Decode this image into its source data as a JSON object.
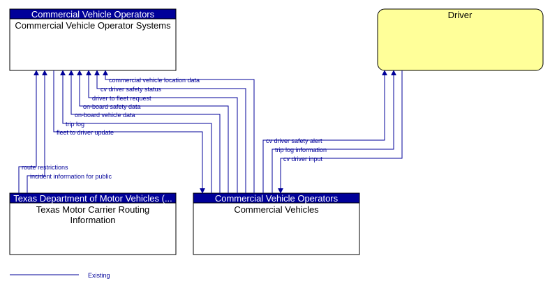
{
  "nodes": {
    "cvo_systems": {
      "header": "Commercial Vehicle Operators",
      "title": "Commercial Vehicle Operator Systems"
    },
    "driver": {
      "title": "Driver"
    },
    "txdmv": {
      "header": "Texas Department of Motor Vehicles (...",
      "title_line1": "Texas Motor Carrier Routing",
      "title_line2": "Information"
    },
    "commercial_vehicles": {
      "header": "Commercial Vehicle Operators",
      "title": "Commercial Vehicles"
    }
  },
  "flows": [
    {
      "label": "commercial vehicle location data",
      "from": "Commercial Vehicles",
      "to": "Commercial Vehicle Operator Systems"
    },
    {
      "label": "cv driver safety status",
      "from": "Commercial Vehicles",
      "to": "Commercial Vehicle Operator Systems"
    },
    {
      "label": "driver to fleet request",
      "from": "Commercial Vehicles",
      "to": "Commercial Vehicle Operator Systems"
    },
    {
      "label": "on-board safety data",
      "from": "Commercial Vehicles",
      "to": "Commercial Vehicle Operator Systems"
    },
    {
      "label": "on-board vehicle data",
      "from": "Commercial Vehicles",
      "to": "Commercial Vehicle Operator Systems"
    },
    {
      "label": "trip log",
      "from": "Commercial Vehicles",
      "to": "Commercial Vehicle Operator Systems"
    },
    {
      "label": "fleet to driver update",
      "from": "Commercial Vehicle Operator Systems",
      "to": "Commercial Vehicles"
    },
    {
      "label": "route restrictions",
      "from": "Texas Motor Carrier Routing Information",
      "to": "Commercial Vehicle Operator Systems"
    },
    {
      "label": "incident information for public",
      "from": "Texas Motor Carrier Routing Information",
      "to": "Commercial Vehicle Operator Systems"
    },
    {
      "label": "cv driver safety alert",
      "from": "Commercial Vehicles",
      "to": "Driver"
    },
    {
      "label": "trip log information",
      "from": "Commercial Vehicles",
      "to": "Driver"
    },
    {
      "label": "cv driver input",
      "from": "Driver",
      "to": "Commercial Vehicles"
    }
  ],
  "legend": {
    "label": "Existing"
  },
  "colors": {
    "header_fill": "#000099",
    "flow_line": "#000099",
    "driver_fill": "#ffff99"
  }
}
